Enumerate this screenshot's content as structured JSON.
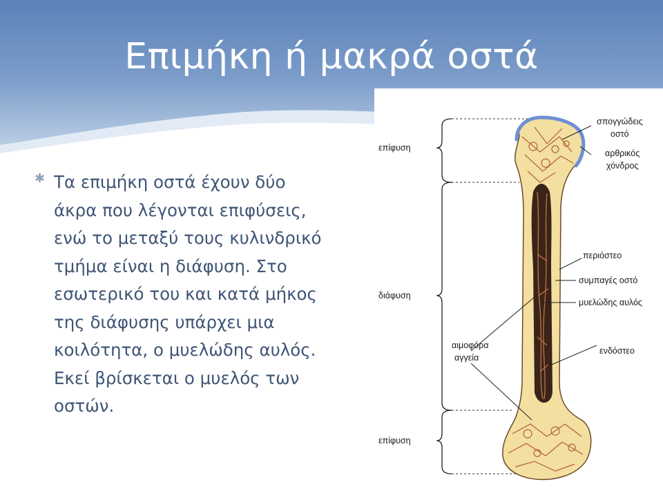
{
  "slide": {
    "title": "Επιμήκη ή μακρά οστά",
    "bullet_icon": "asterisk-bullet-icon",
    "bullet_lines": [
      "Τα επιμήκη οστά έχουν δύο",
      "άκρα που λέγονται επιφύσεις,",
      "ενώ το μεταξύ τους κυλινδρικό",
      "τμήμα είναι η διάφυση. Στο",
      "εσωτερικό του και κατά μήκος",
      "της διάφυσης υπάρχει μια",
      "κοιλότητα, ο μυελώδης αυλός.",
      "Εκεί βρίσκεται ο μυελός των",
      "οστών."
    ]
  },
  "figure": {
    "left_labels": {
      "epiphysis_top": "επίφυση",
      "diaphysis": "διάφυση",
      "epiphysis_bottom": "επίφυση"
    },
    "right_labels": {
      "spongy_1": "σπογγώδεις",
      "spongy_2": "οστό",
      "cartilage_1": "αρθρικός",
      "cartilage_2": "χόνδρος",
      "periosteum": "περιόστεο",
      "compact": "συμπαγές οστό",
      "medullary": "μυελώδης αυλός",
      "endosteum": "ενδόστεο",
      "vessels_1": "αιμοφόρα",
      "vessels_2": "αγγεία"
    }
  },
  "colors": {
    "header_top": "#5a82b8",
    "header_bottom": "#c9d8ea",
    "title_text": "#ffffff",
    "body_text": "#3f5575",
    "bone_outer": "#f3dfa0",
    "marrow": "#3a2418",
    "vessels": "#c0704a",
    "cartilage": "#6f8fd6"
  }
}
